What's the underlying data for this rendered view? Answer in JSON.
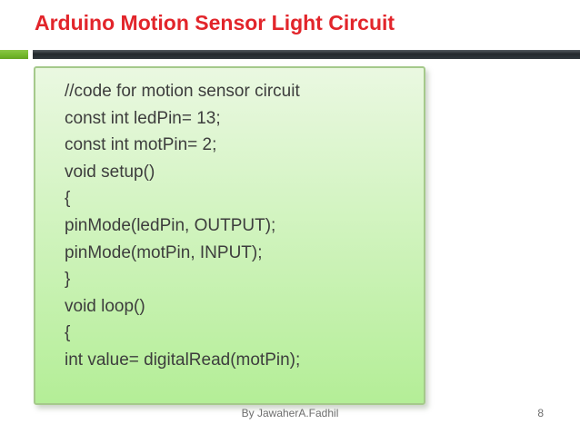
{
  "slide": {
    "title": "Arduino Motion Sensor Light Circuit",
    "code_lines": [
      "//code for motion sensor circuit",
      "const int ledPin= 13;",
      "const int motPin= 2;",
      "void setup()",
      "{",
      "pinMode(ledPin, OUTPUT);",
      "pinMode(motPin, INPUT);",
      "}",
      "void loop()",
      "{",
      "int value= digitalRead(motPin);"
    ],
    "footer": {
      "author": "By JawaherA.Fadhil",
      "page_number": "8"
    },
    "colors": {
      "title_color": "#E2252B",
      "accent_green": "#74B82C",
      "bar_dark_mid": "#23282D",
      "box_fill_top": "#EAF8E1",
      "box_fill_bottom": "#B4EE97",
      "box_border": "#A5C98B",
      "code_text": "#3D3D3D",
      "footer_text": "#6E6E6E"
    }
  }
}
